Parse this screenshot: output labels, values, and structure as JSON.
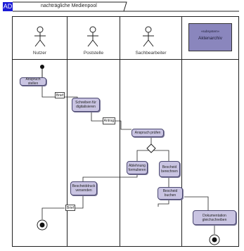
{
  "diagram": {
    "tab_code": "AD",
    "tab_title": "nachträgliche Medienpool"
  },
  "lanes": [
    {
      "id": "nutzer",
      "label": "Nutzer"
    },
    {
      "id": "poststelle",
      "label": "Poststelle"
    },
    {
      "id": "sachbearbeiter",
      "label": "Sachbearbeiter"
    },
    {
      "id": "archiv",
      "stereotype": "«subsystem»",
      "label": "Aktenarchiv"
    }
  ],
  "actions": {
    "a1": "Anspruch stellen",
    "a2": "Schreiben für digitalisieren",
    "a3": "Anspruch prüfen",
    "a4": "Ablehnung formulieren",
    "a5": "Bescheid berechnen",
    "a6": "Bescheid buchen",
    "a7": "Bescheiddruck versenden",
    "a8": "Dokumentation gleichschreiben"
  },
  "objects": {
    "o1": "Brief",
    "o2": "Antrag",
    "o3": "Brief"
  },
  "colors": {
    "action_fill": "#c9c4e2",
    "archive_fill": "#8a86bd",
    "tab_blue": "#1b1bd6"
  }
}
